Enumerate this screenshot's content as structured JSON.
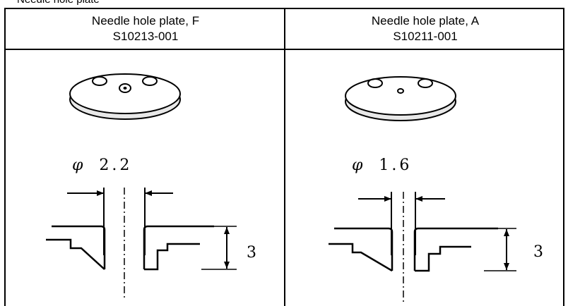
{
  "caption": "Needle hole plate",
  "columns": [
    {
      "title": "Needle hole plate, F",
      "part_no": "S10213-001",
      "diameter_symbol": "φ",
      "diameter_value": "2.2",
      "depth_value": "3"
    },
    {
      "title": "Needle hole plate, A",
      "part_no": "S10211-001",
      "diameter_symbol": "φ",
      "diameter_value": "1.6",
      "depth_value": "3"
    }
  ]
}
